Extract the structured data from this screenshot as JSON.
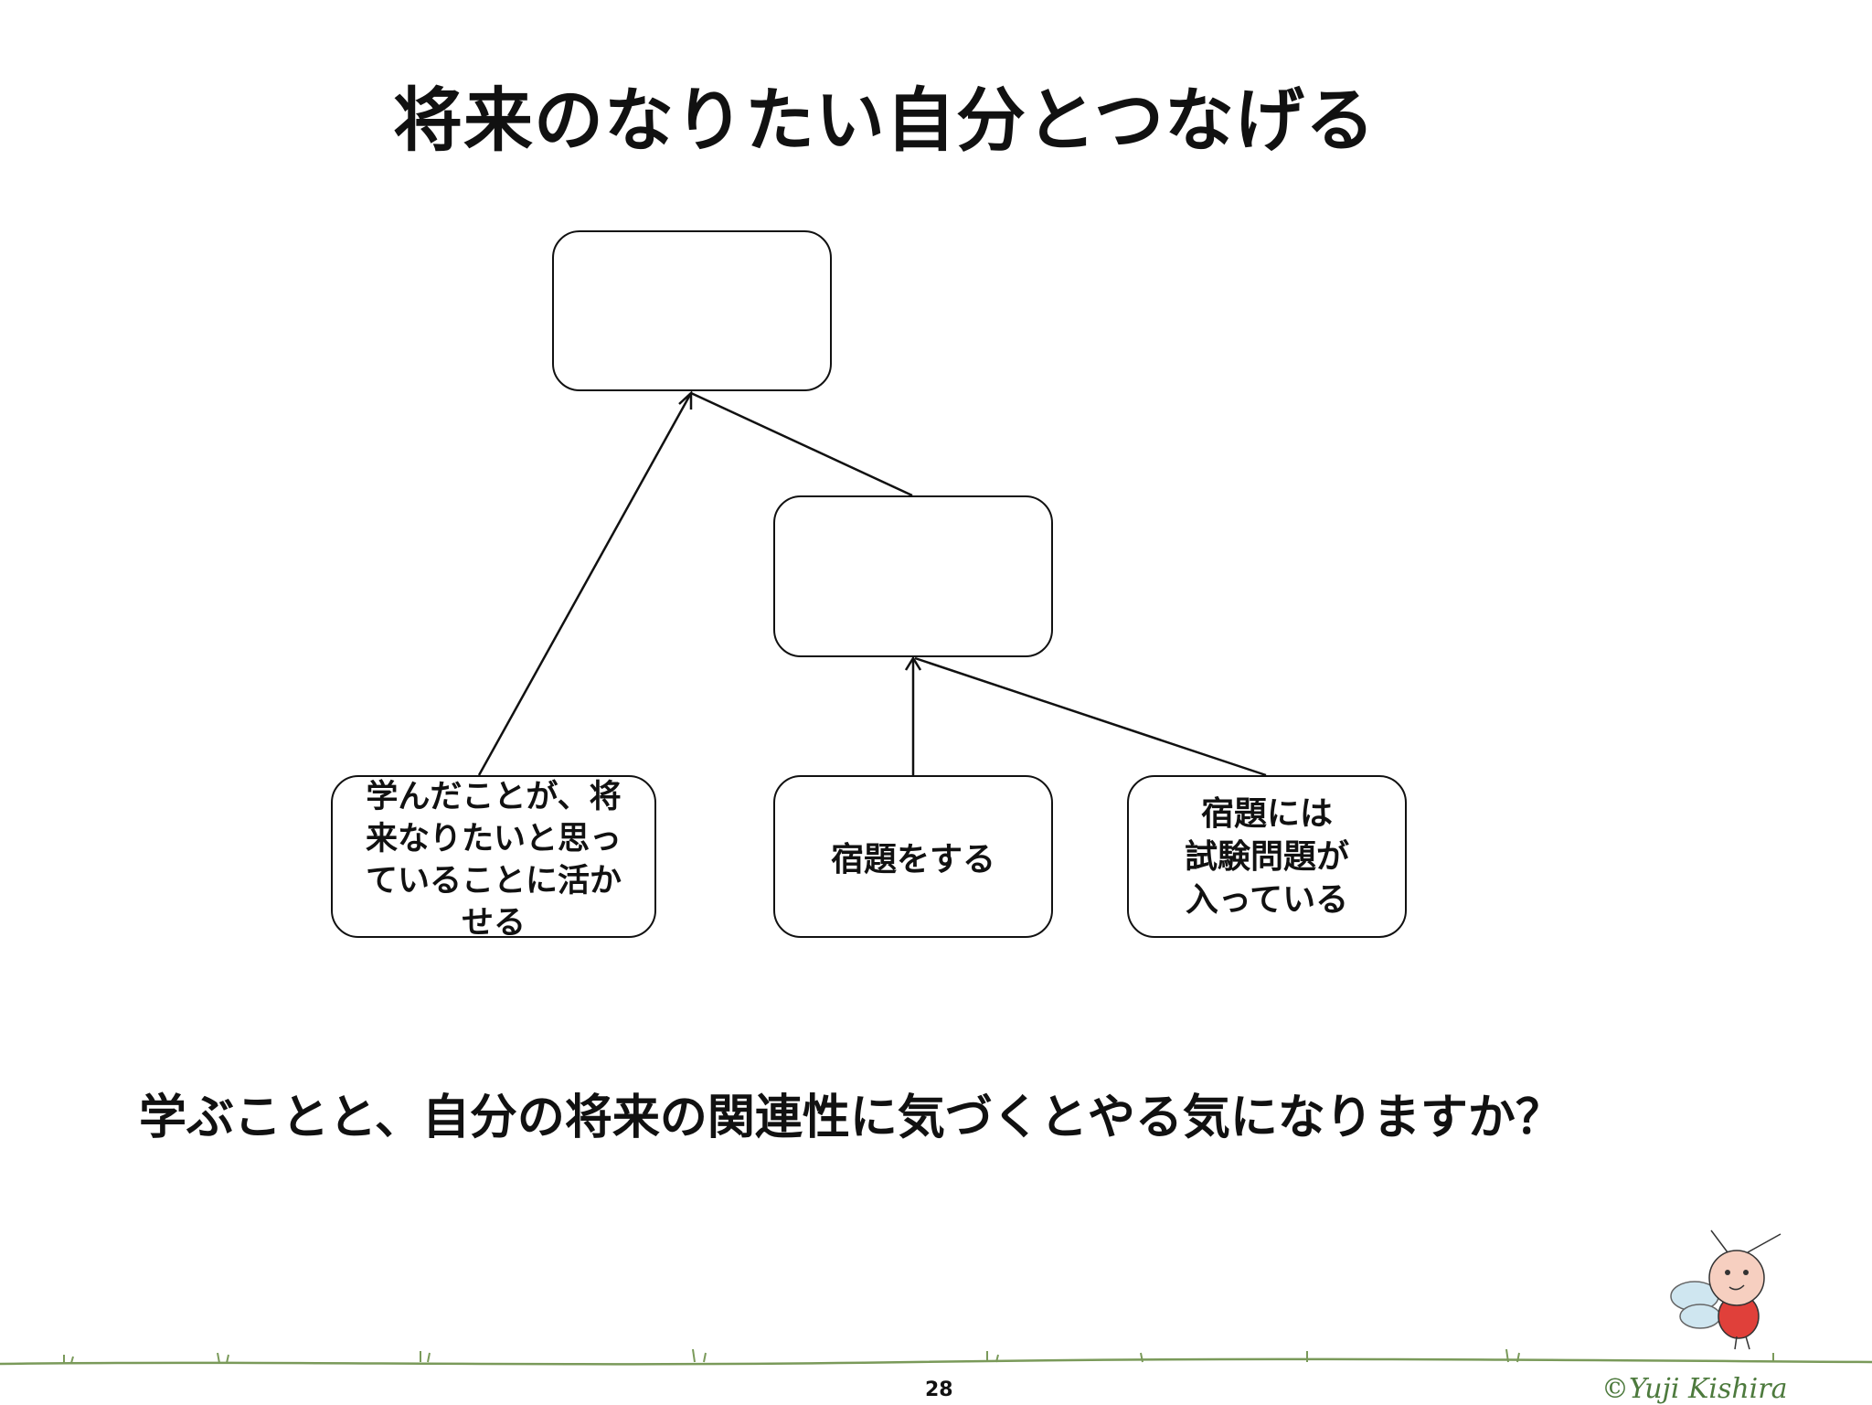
{
  "title": "将来のなりたい自分とつなげる",
  "diagram": {
    "goal_box": "",
    "middle_box": "",
    "learn_box": "学んだことが、将来なりたいと思っていることに活かせる",
    "homework_box": "宿題をする",
    "test_box_lines": [
      "宿題には",
      "試験問題が",
      "入っている"
    ],
    "edges": [
      {
        "from": "learn_box",
        "to": "goal_box"
      },
      {
        "from": "middle_box",
        "to": "goal_box"
      },
      {
        "from": "homework_box",
        "to": "middle_box"
      },
      {
        "from": "test_box",
        "to": "middle_box"
      }
    ]
  },
  "question": "学ぶことと、自分の将来の関連性に気づくとやる気になりますか？",
  "footer": {
    "page_number": "28",
    "credit": "©Yuji Kishira",
    "mascot_icon": "bee-mascot-icon"
  }
}
